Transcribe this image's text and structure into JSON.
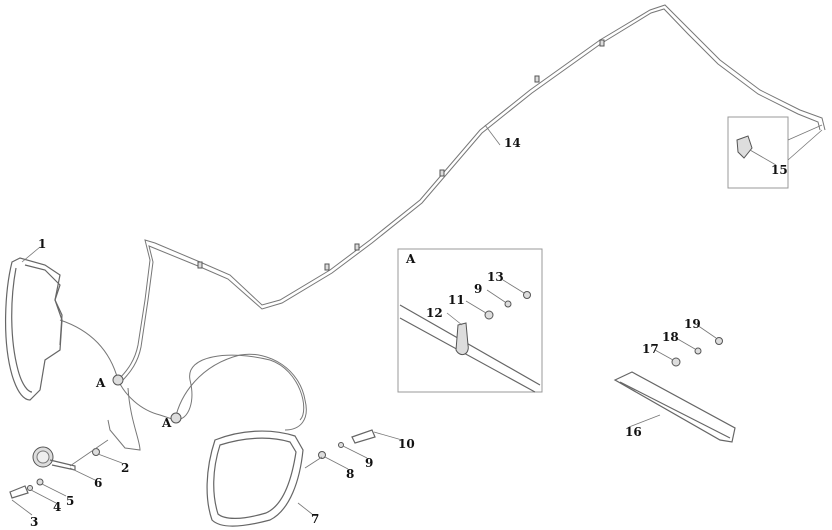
{
  "diagram": {
    "title": "Headlamp wiring exploded view",
    "callouts": {
      "p1": "1",
      "p2": "2",
      "p3": "3",
      "p4": "4",
      "p5": "5",
      "p6": "6",
      "p7": "7",
      "p8": "8",
      "p9": "9",
      "p10": "10",
      "p11": "11",
      "p12": "12",
      "p13": "13",
      "p9b": "9",
      "p14": "14",
      "p15": "15",
      "p16": "16",
      "p17": "17",
      "p18": "18",
      "p19": "19"
    },
    "detail_marks": {
      "a1": "A",
      "a2": "A",
      "detail_box": "A"
    }
  }
}
